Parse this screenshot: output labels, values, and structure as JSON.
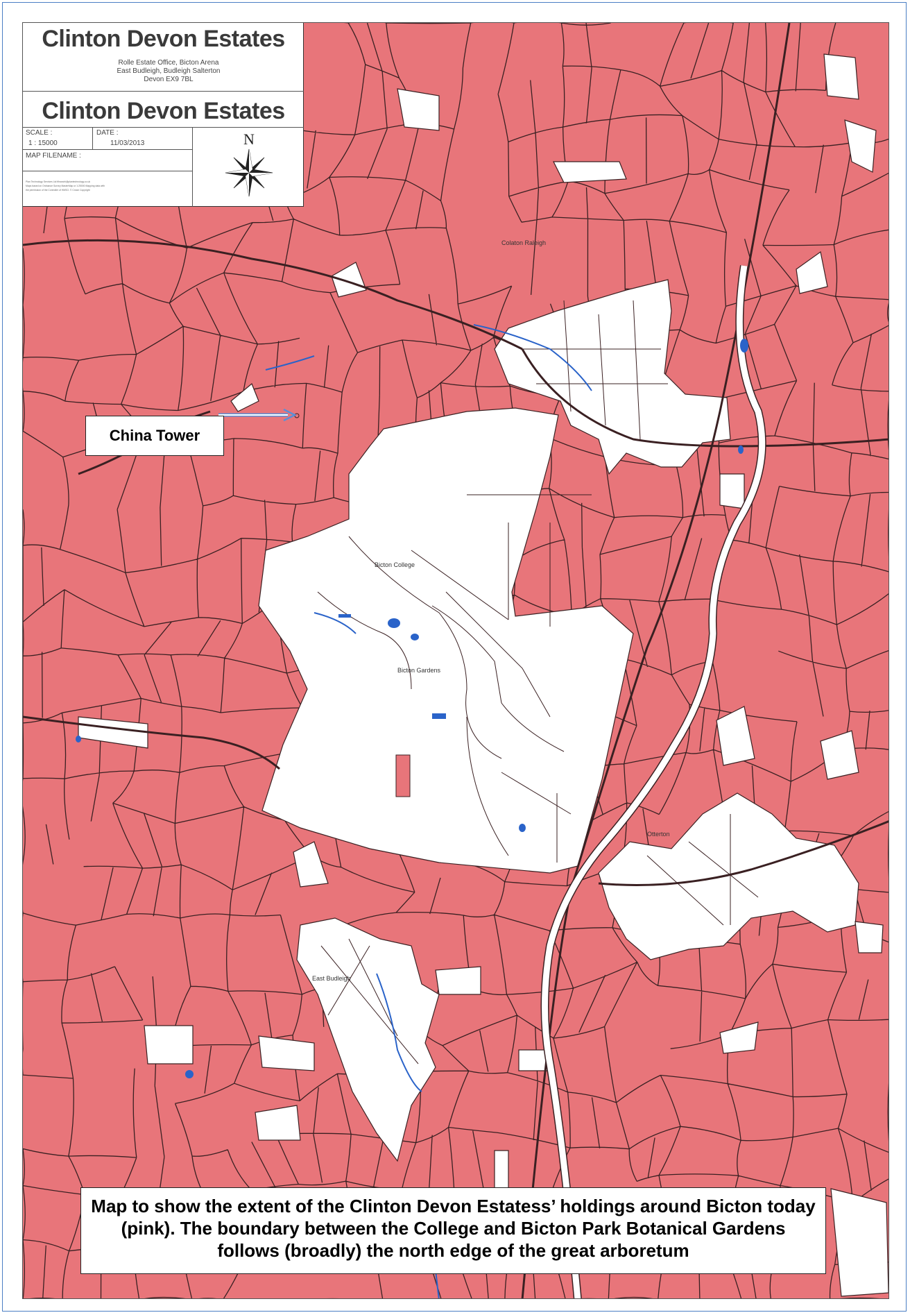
{
  "colors": {
    "pink": "#e8757a",
    "field_line": "#3a2022",
    "water": "#2a63c9",
    "river": "#ffffff",
    "arrow": "#5b8fd6"
  },
  "title_block": {
    "title": "Clinton Devon Estates",
    "address_lines": [
      "Rolle Estate Office, Bicton Arena",
      "East Budleigh, Budleigh Salterton",
      "Devon EX9 7BL"
    ],
    "scale_label": "SCALE :",
    "scale_value": "1 : 15000",
    "date_label": "DATE :",
    "date_value": "11/03/2013",
    "filename_label": "MAP FILENAME :",
    "north_label": "N",
    "north_icon": "compass-rose-icon",
    "notes": [
      "Plan Technology Services Ltd  tfinanchi@plantechnology.co.uk",
      "Maps based on Ordnance Survey MasterMap or 1:25000 Mapping data with",
      "the permission of the Controller of HMSO. © Crown Copyright"
    ]
  },
  "labels": {
    "china_tower": "China Tower",
    "colaton_raleigh": "Colaton Raleigh",
    "bicton_college": "Bicton College",
    "bicton_gardens": "Bicton Gardens",
    "otterton": "Otterton",
    "east_budleigh": "East Budleigh"
  },
  "caption": "Map to show the extent of the Clinton Devon Estatess’ holdings around Bicton today (pink). The boundary between the College and Bicton Park Botanical Gardens follows (broadly) the north edge of the great arboretum"
}
